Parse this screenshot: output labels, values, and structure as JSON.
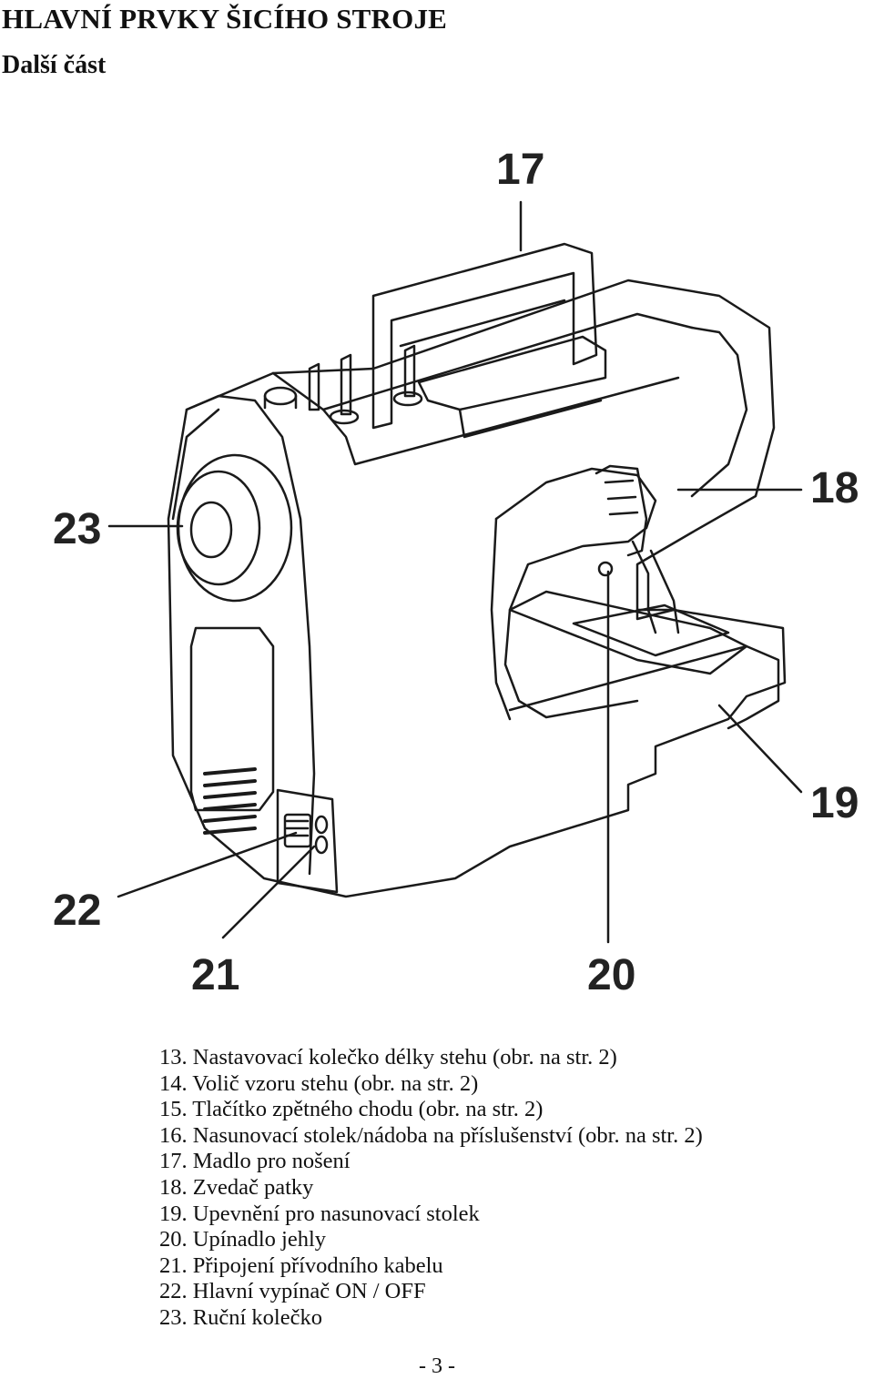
{
  "header": {
    "title": "HLAVNÍ PRVKY ŠICÍHO STROJE",
    "subtitle": "Další část"
  },
  "figure": {
    "callouts": [
      "17",
      "18",
      "19",
      "20",
      "21",
      "22",
      "23"
    ]
  },
  "legend": {
    "items": [
      "13. Nastavovací kolečko délky stehu (obr. na str. 2)",
      "14. Volič vzoru stehu (obr. na str. 2)",
      "15. Tlačítko zpětného chodu (obr. na str. 2)",
      "16. Nasunovací stolek/nádoba na příslušenství (obr. na str. 2)",
      "17. Madlo pro nošení",
      "18. Zvedač patky",
      "19. Upevnění pro nasunovací stolek",
      "20. Upínadlo jehly",
      "21. Připojení přívodního kabelu",
      "22. Hlavní vypínač ON / OFF",
      "23. Ruční kolečko"
    ]
  },
  "footer": {
    "page_number": "- 3 -"
  }
}
